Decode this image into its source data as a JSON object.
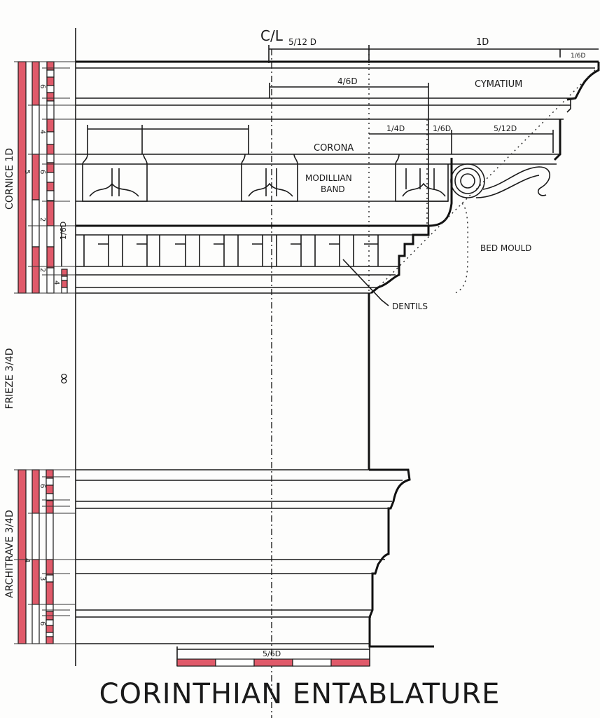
{
  "centerline_symbol": "C/L",
  "title": "CORINTHIAN ENTABLATURE",
  "sections": {
    "cornice": "CORNICE 1D",
    "frieze": "FRIEZE 3/4D",
    "architrave": "ARCHITRAVE 3/4D"
  },
  "parts": {
    "cymatium": "CYMATIUM",
    "corona": "CORONA",
    "modillion_band_line1": "MODILLIAN",
    "modillion_band_line2": "BAND",
    "bed_mould": "BED MOULD",
    "dentils": "DENTILS"
  },
  "dimensions": {
    "top_left": "5/12 D",
    "top_right": "1D",
    "projection_small": "1/6D",
    "modillion_spacing": "4/6D",
    "corona_a": "1/4D",
    "corona_b": "1/6D",
    "corona_c": "5/12D",
    "dentil_height": "1/6D",
    "frieze_symbol": "∞",
    "scale_bar": "5/6D"
  },
  "scale_numbers": {
    "cornice": [
      "6",
      "4",
      "5",
      "6",
      "2",
      "2",
      "4"
    ],
    "architrave": [
      "6",
      "4",
      "3",
      "6"
    ]
  },
  "colors": {
    "scale_red": "#e05a6a",
    "ink": "#1a1a1a"
  }
}
